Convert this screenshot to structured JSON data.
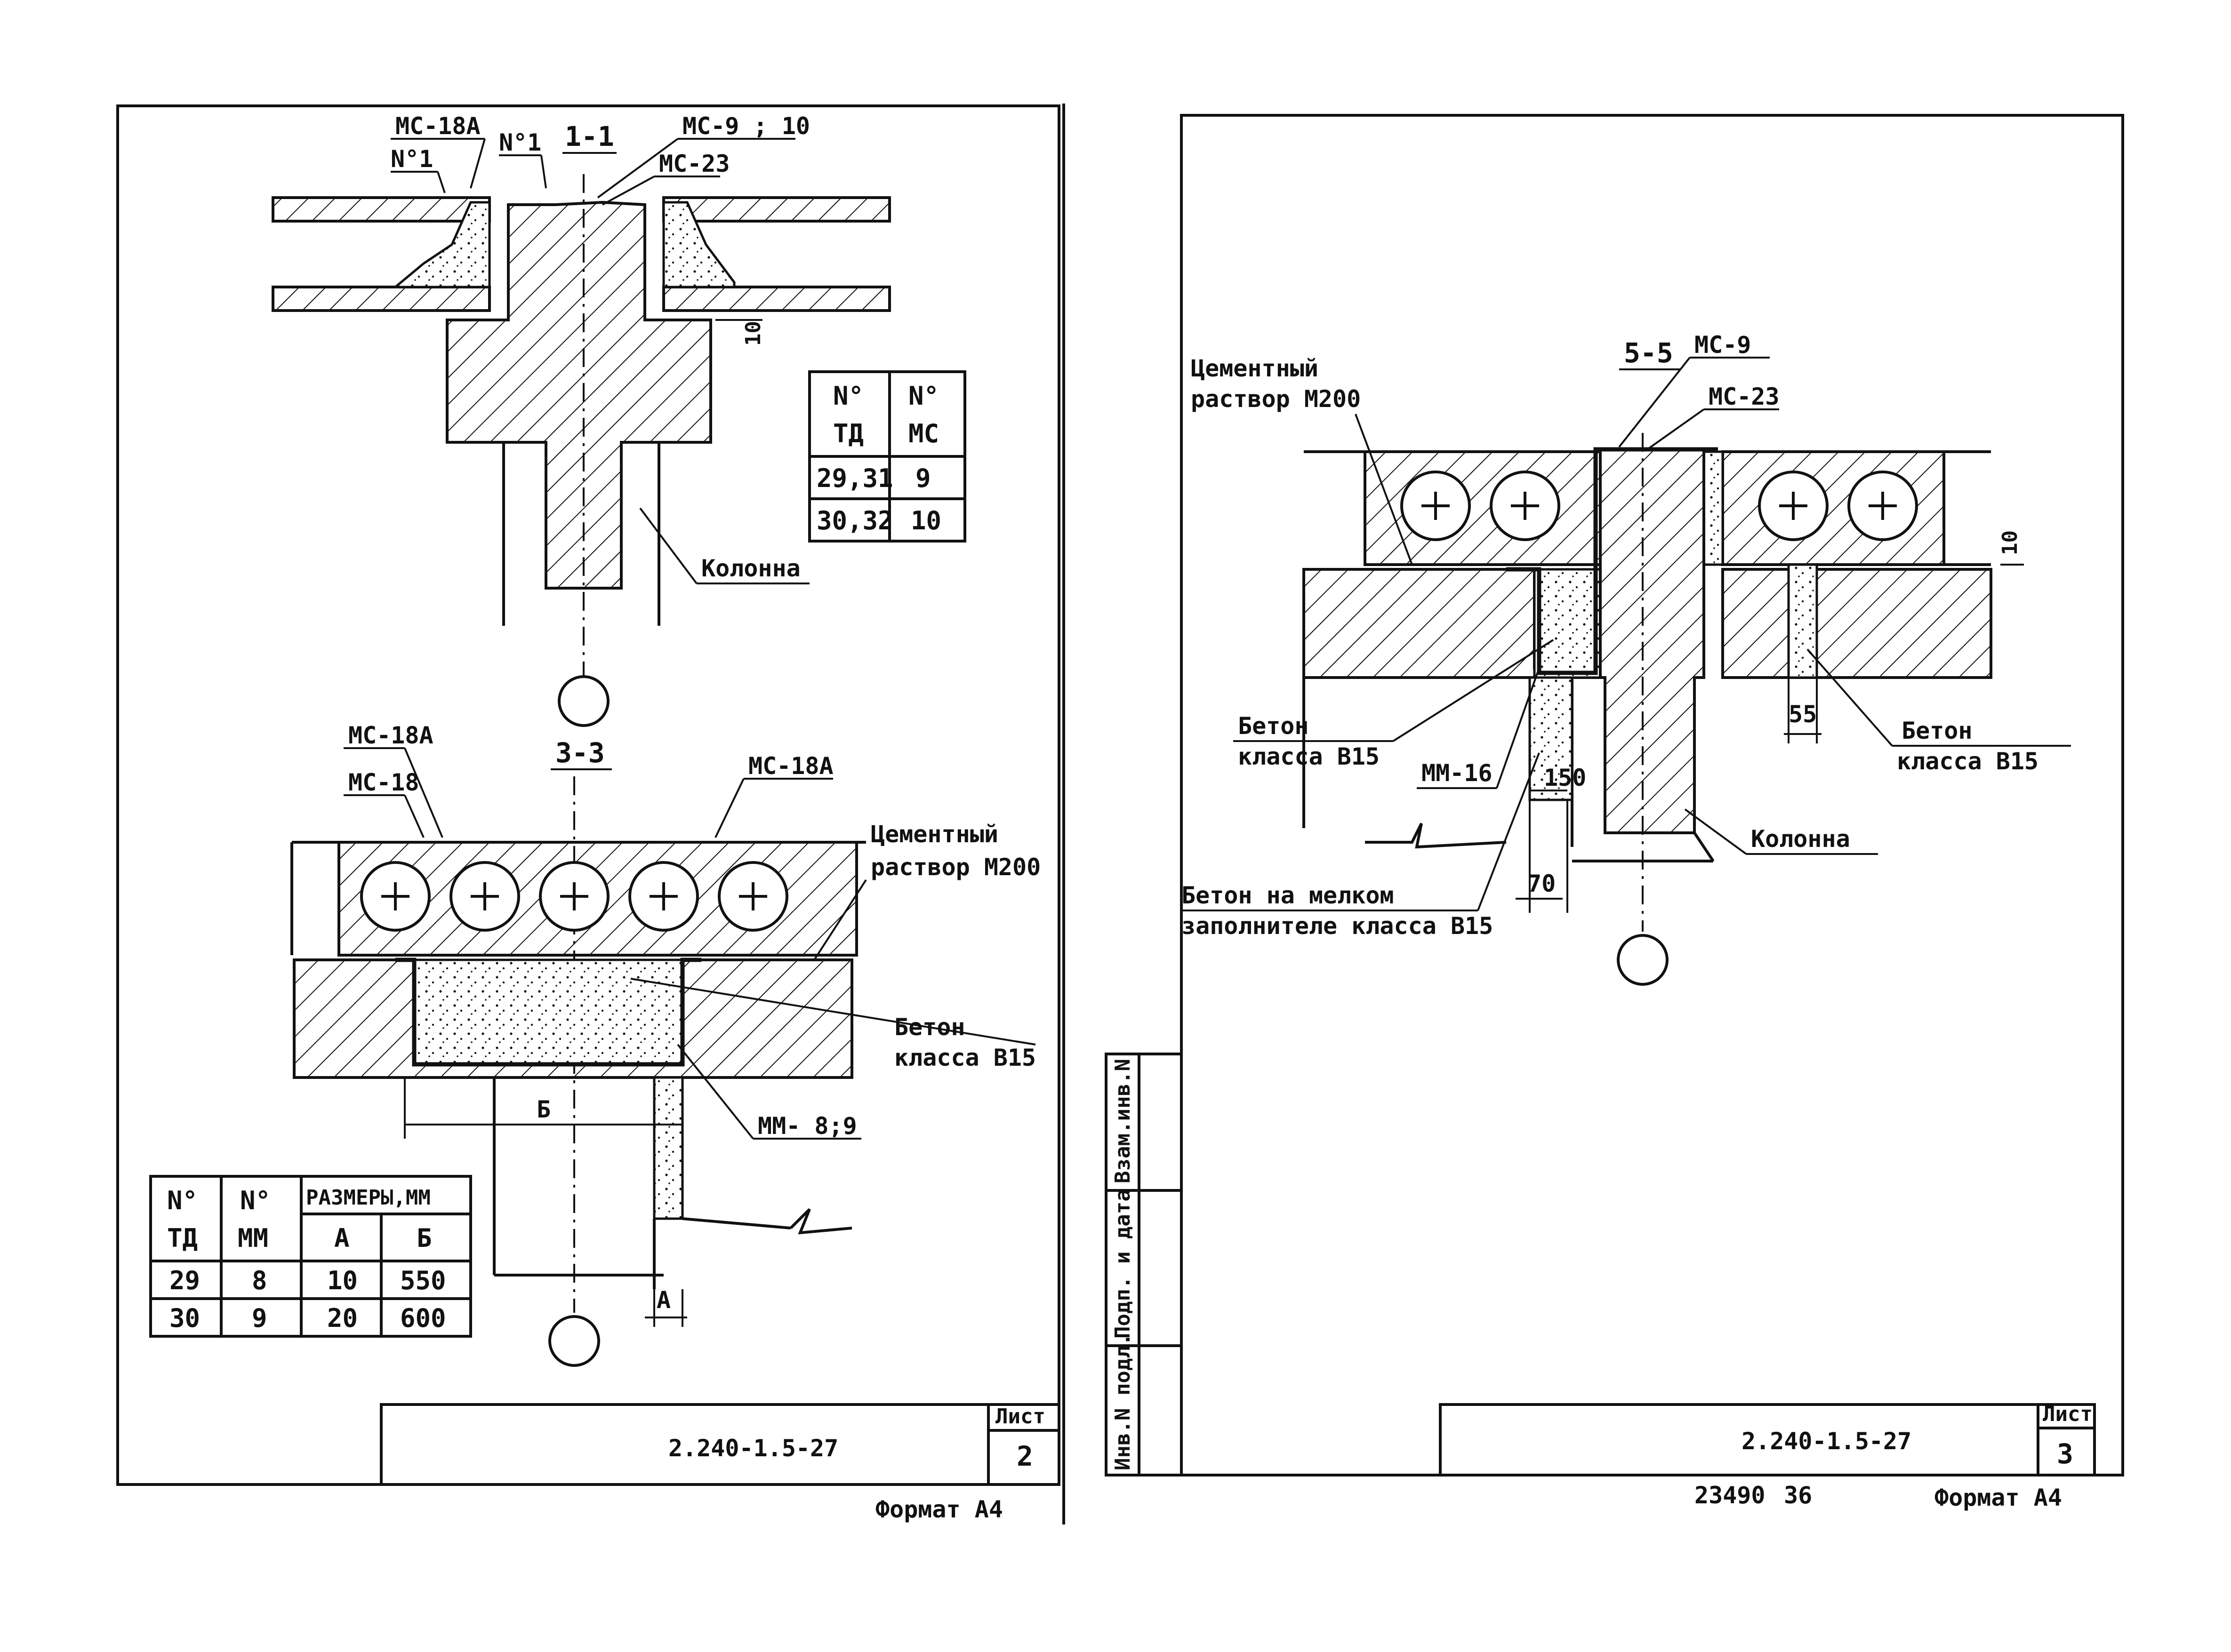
{
  "sheet_left": {
    "section_1": "1-1",
    "label_ms18a": "МС-18А",
    "label_n1_left": "N°1",
    "label_n1_mid": "N°1",
    "label_ms9_10": "МС-9 ; 10",
    "label_ms23": "МС-23",
    "dim_10": "10",
    "table1": {
      "headers": [
        "N°\nТД",
        "N°\nМС"
      ],
      "h1a": "N°",
      "h1b": "ТД",
      "h2a": "N°",
      "h2b": "МС",
      "rows": [
        [
          "29,31",
          "9"
        ],
        [
          "30,32",
          "10"
        ]
      ]
    },
    "label_kolonna": "Колонна",
    "section_3": "3-3",
    "label_ms18a_2": "МС-18А",
    "label_ms18": "МС-18",
    "label_ms18a_3": "МС-18А",
    "label_cement_1": "Цементный",
    "label_cement_2": "раствор М200",
    "label_beton_1": "Бетон",
    "label_beton_2": "класса В15",
    "label_mm89": "ММ- 8;9",
    "dim_b": "Б",
    "dim_a": "А",
    "table2": {
      "h_td_a": "N°",
      "h_td_b": "ТД",
      "h_mm_a": "N°",
      "h_mm_b": "ММ",
      "h_sizes": "РАЗМЕРЫ,ММ",
      "h_a": "А",
      "h_b": "Б",
      "rows": [
        [
          "29",
          "8",
          "10",
          "550"
        ],
        [
          "30",
          "9",
          "20",
          "600"
        ]
      ]
    },
    "stamp_code": "2.240-1.5-27",
    "stamp_list_label": "Лист",
    "stamp_list_no": "2",
    "format": "Формат А4"
  },
  "sheet_right": {
    "section_5": "5-5",
    "label_ms9": "МС-9",
    "label_ms23": "МС-23",
    "label_cement_1": "Цементный",
    "label_cement_2": "раствор М200",
    "dim_10": "10",
    "label_beton_l1": "Бетон",
    "label_beton_l2": "класса В15",
    "label_mm16": "ММ-16",
    "dim_150": "150",
    "dim_55": "55",
    "label_beton_r1": "Бетон",
    "label_beton_r2": "класса В15",
    "label_kolonna": "Колонна",
    "dim_70": "70",
    "label_fine_1": "Бетон на мелком",
    "label_fine_2": "заполнителе класса В15",
    "side_1": "Инв.N подл.",
    "side_2": "Подп. и дата",
    "side_3": "Взам.инв.N",
    "stamp_code": "2.240-1.5-27",
    "stamp_list_label": "Лист",
    "stamp_list_no": "3",
    "archive_no": "23490",
    "archive_sheet": "36",
    "format": "Формат А4"
  }
}
